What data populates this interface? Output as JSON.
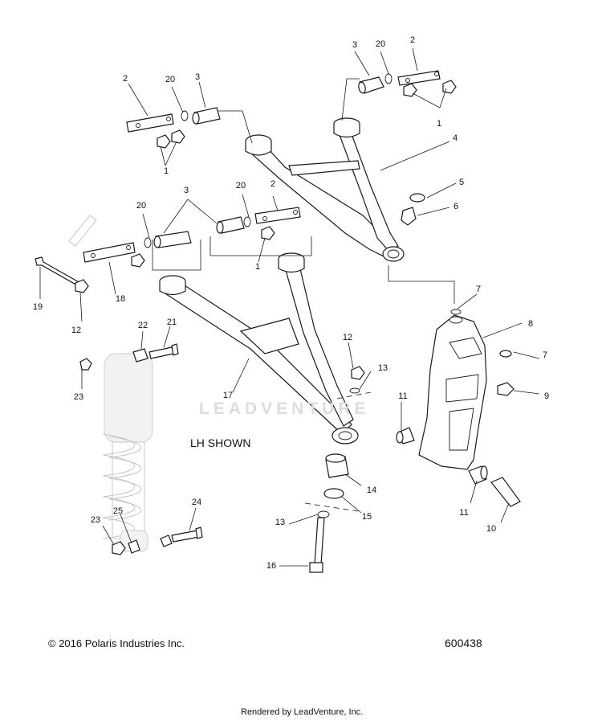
{
  "diagram": {
    "callouts": {
      "c2_upper_right": "2",
      "c20_upper_right": "20",
      "c3_upper_right": "3",
      "c1_upper_right": "1",
      "c2_upper_left": "2",
      "c20_upper_left": "20",
      "c3_upper_left": "3",
      "c1_upper_left": "1",
      "c4": "4",
      "c5": "5",
      "c6": "6",
      "c3_mid": "3",
      "c20_mid_left": "20",
      "c20_mid_right": "20",
      "c2_mid": "2",
      "c1_mid": "1",
      "c19": "19",
      "c12_left": "12",
      "c18": "18",
      "c7_top": "7",
      "c8": "8",
      "c7_right": "7",
      "c9": "9",
      "c22": "22",
      "c21": "21",
      "c23_upper": "23",
      "c17": "17",
      "c12_mid": "12",
      "c13_upper": "13",
      "c11_left": "11",
      "c14": "14",
      "c15": "15",
      "c13_lower": "13",
      "c16": "16",
      "c11_right": "11",
      "c10": "10",
      "c23_lower": "23",
      "c25": "25",
      "c24": "24"
    },
    "note_label": "LH SHOWN",
    "copyright": "© 2016 Polaris Industries Inc.",
    "diagram_number": "600438",
    "footer": "Rendered by LeadVenture, Inc.",
    "watermark": "LEADVENTURE"
  }
}
